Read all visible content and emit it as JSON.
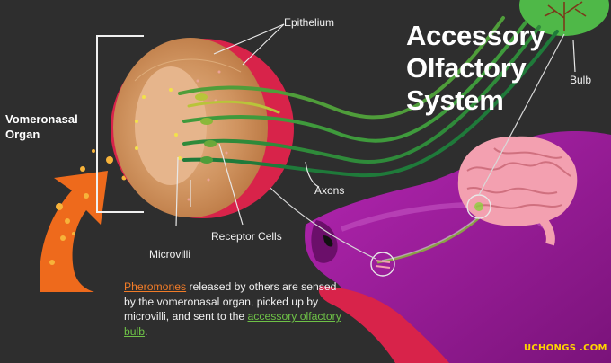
{
  "title": {
    "line1": "Accessory",
    "line2": "Olfactory",
    "line3": "System"
  },
  "labels": {
    "epithelium": "Epithelium",
    "bulb": "Bulb",
    "vomeronasal_line1": "Vomeronasal",
    "vomeronasal_line2": "Organ",
    "axons": "Axons",
    "receptor_cells": "Receptor Cells",
    "microvilli": "Microvilli"
  },
  "caption": {
    "highlight_pheromones": "Pheromones",
    "text1": " released by others are sensed by the vomeronasal organ, picked up by microvilli, and sent to the ",
    "highlight_bulb": "accessory olfactory bulb",
    "text2": "."
  },
  "watermark": "UCHONGS .COM",
  "colors": {
    "background": "#2e2e2e",
    "organ_red": "#d8234a",
    "organ_tan": "#c98a5a",
    "axon_green": "#3f9a3c",
    "head_magenta": "#a11fa0",
    "brain_pink": "#f3a0b0",
    "arrow_orange": "#ee6a1c",
    "bulb_green": "#4fb848"
  }
}
